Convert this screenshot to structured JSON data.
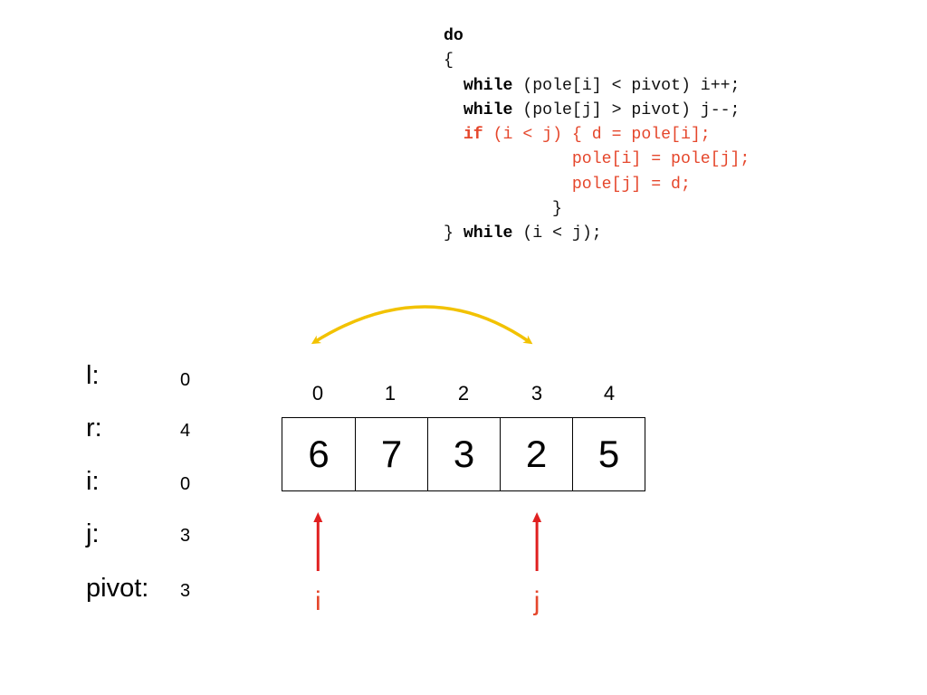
{
  "code": {
    "lines": [
      {
        "parts": [
          {
            "t": "do",
            "kw": true
          }
        ]
      },
      {
        "parts": [
          {
            "t": "{"
          }
        ]
      },
      {
        "parts": [
          {
            "t": "  "
          },
          {
            "t": "while",
            "kw": true
          },
          {
            "t": " (pole[i] < pivot) i++;"
          }
        ]
      },
      {
        "parts": [
          {
            "t": "  "
          },
          {
            "t": "while",
            "kw": true
          },
          {
            "t": " (pole[j] > pivot) j--;"
          }
        ]
      },
      {
        "hl": true,
        "parts": [
          {
            "t": "  "
          },
          {
            "t": "if",
            "kw": true
          },
          {
            "t": " (i < j) { d = pole[i];"
          }
        ]
      },
      {
        "hl": true,
        "parts": [
          {
            "t": "             pole[i] = pole[j];"
          }
        ]
      },
      {
        "hl": true,
        "parts": [
          {
            "t": "             pole[j] = d;"
          }
        ]
      },
      {
        "parts": [
          {
            "t": "           }"
          }
        ]
      },
      {
        "parts": [
          {
            "t": "} "
          },
          {
            "t": "while",
            "kw": true
          },
          {
            "t": " (i < j);"
          }
        ]
      }
    ]
  },
  "variables": [
    {
      "label": "l:",
      "value": "0"
    },
    {
      "label": "r:",
      "value": "4"
    },
    {
      "label": "i:",
      "value": "0"
    },
    {
      "label": "j:",
      "value": "3"
    },
    {
      "label": "pivot:",
      "value": "3"
    }
  ],
  "array": {
    "indices": [
      "0",
      "1",
      "2",
      "3",
      "4"
    ],
    "values": [
      "6",
      "7",
      "3",
      "2",
      "5"
    ]
  },
  "pointers": [
    {
      "label": "i",
      "index": 0
    },
    {
      "label": "j",
      "index": 3
    }
  ],
  "swap": {
    "from_index": 0,
    "to_index": 3
  },
  "colors": {
    "highlight": "#e5472c",
    "pointer": "#e02020",
    "swap_arrow": "#f2c200"
  }
}
